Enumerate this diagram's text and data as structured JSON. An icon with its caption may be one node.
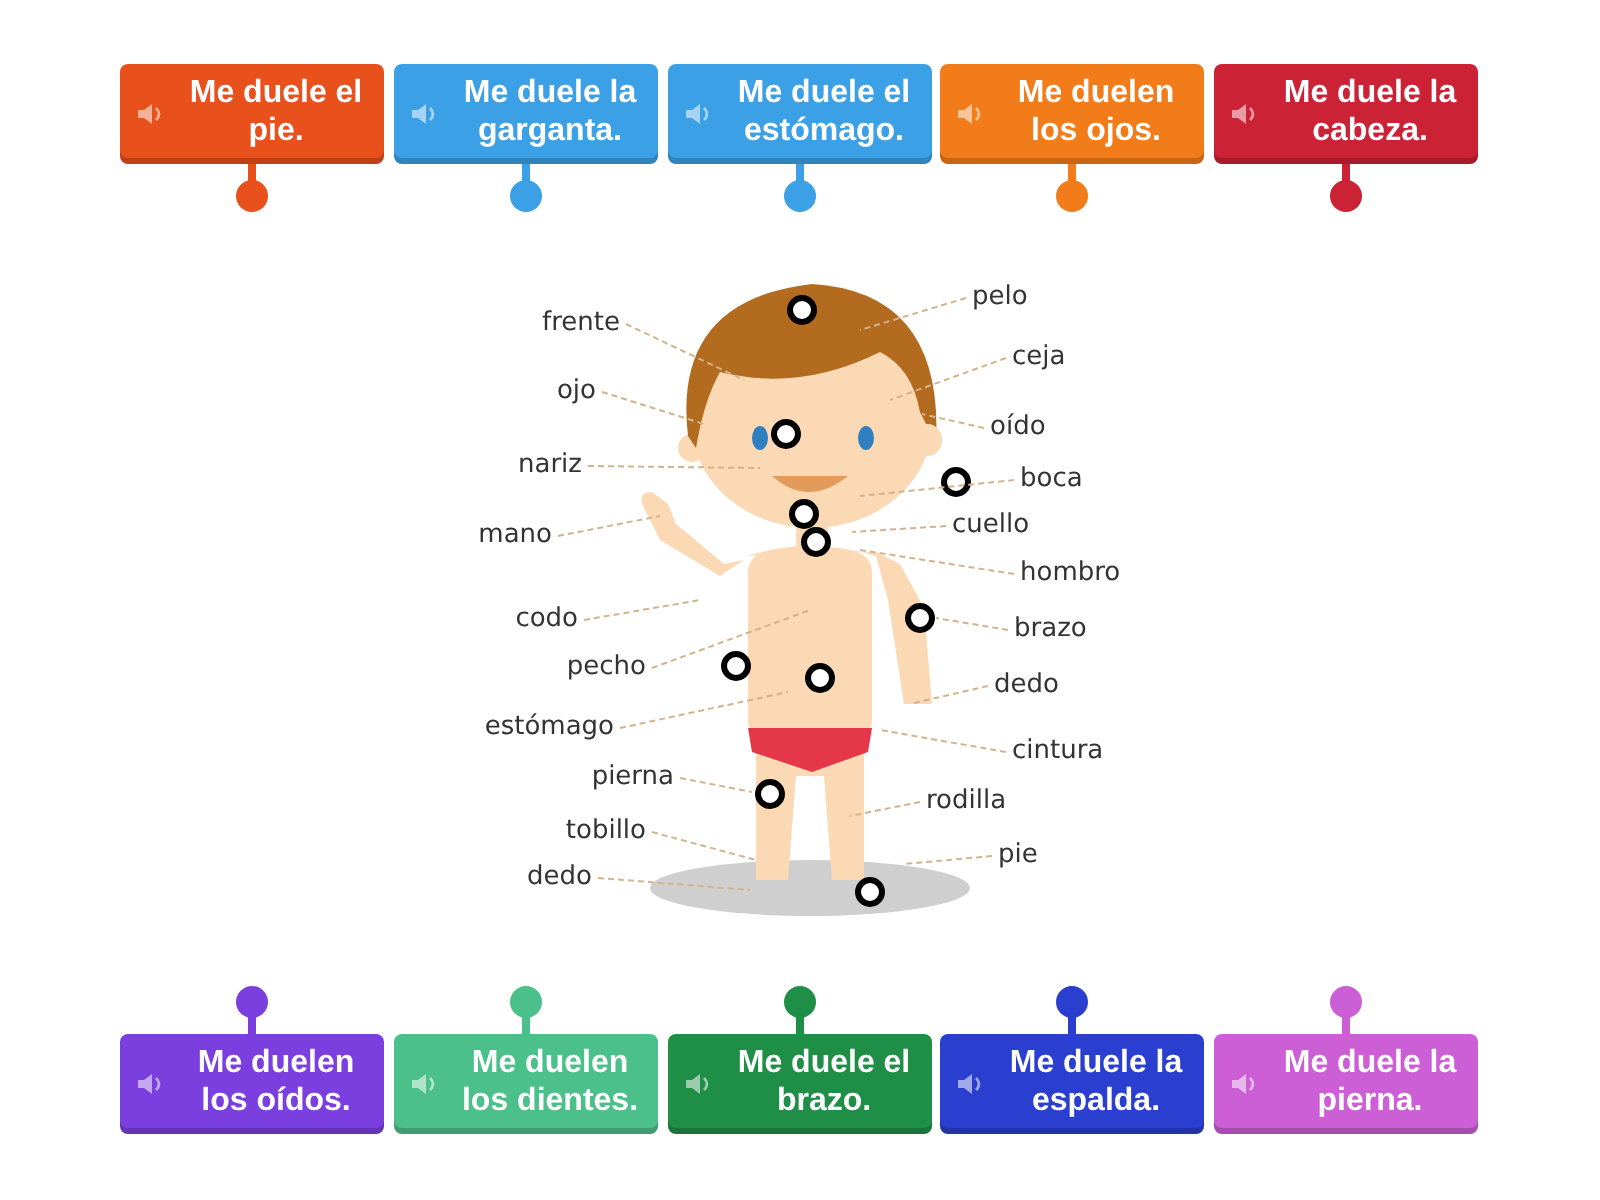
{
  "diagram": {
    "nodes": [
      {
        "text": [
          "Me duele el pie."
        ]
      },
      {
        "text": [
          "Me duele la garganta."
        ]
      },
      {
        "text": [
          "Me duele el estómago."
        ]
      },
      {
        "text": [
          "Me duelen los ojos."
        ]
      },
      {
        "text": [
          "Me duele la cabeza."
        ]
      },
      {
        "text": [
          "frente"
        ]
      },
      {
        "text": [
          "ojo"
        ]
      },
      {
        "text": [
          "nariz"
        ]
      },
      {
        "text": [
          "mano"
        ]
      },
      {
        "text": [
          "codo"
        ]
      },
      {
        "text": [
          "pecho"
        ]
      },
      {
        "text": [
          "estómago"
        ]
      },
      {
        "text": [
          "pierna"
        ]
      },
      {
        "text": [
          "tobillo"
        ]
      },
      {
        "text": [
          "dedo"
        ]
      },
      {
        "text": [
          "pelo"
        ]
      },
      {
        "text": [
          "ceja"
        ]
      },
      {
        "text": [
          "oído"
        ]
      },
      {
        "text": [
          "boca"
        ]
      },
      {
        "text": [
          "cuello"
        ]
      },
      {
        "text": [
          "hombro"
        ]
      },
      {
        "text": [
          "brazo"
        ]
      },
      {
        "text": [
          "dedo"
        ]
      },
      {
        "text": [
          "cintura"
        ]
      },
      {
        "text": [
          "rodilla"
        ]
      },
      {
        "text": [
          "pie"
        ]
      },
      {
        "text": [
          "Me duelen los oídos."
        ]
      },
      {
        "text": [
          "Me duelen los dientes."
        ]
      },
      {
        "text": [
          "Me duele el brazo."
        ]
      },
      {
        "text": [
          "Me duele la espalda."
        ]
      },
      {
        "text": [
          "Me duele la pierna."
        ]
      }
    ],
    "edges": [
      {
        "from": 5,
        "to": null,
        "arrow": "none",
        "style": "dashed"
      },
      {
        "from": 6,
        "to": null,
        "arrow": "none",
        "style": "dashed"
      },
      {
        "from": 7,
        "to": null,
        "arrow": "none",
        "style": "dashed"
      },
      {
        "from": 8,
        "to": null,
        "arrow": "none",
        "style": "dashed"
      },
      {
        "from": 9,
        "to": null,
        "arrow": "none",
        "style": "dashed"
      },
      {
        "from": 10,
        "to": null,
        "arrow": "none",
        "style": "dashed"
      },
      {
        "from": 11,
        "to": null,
        "arrow": "none",
        "style": "dashed"
      },
      {
        "from": 12,
        "to": null,
        "arrow": "none",
        "style": "dashed"
      },
      {
        "from": 13,
        "to": null,
        "arrow": "none",
        "style": "dashed"
      },
      {
        "from": 14,
        "to": null,
        "arrow": "none",
        "style": "dashed"
      },
      {
        "from": 15,
        "to": null,
        "arrow": "none",
        "style": "dashed"
      },
      {
        "from": 16,
        "to": null,
        "arrow": "none",
        "style": "dashed"
      },
      {
        "from": 17,
        "to": null,
        "arrow": "none",
        "style": "dashed"
      },
      {
        "from": 18,
        "to": null,
        "arrow": "none",
        "style": "dashed"
      },
      {
        "from": 19,
        "to": null,
        "arrow": "none",
        "style": "dashed"
      },
      {
        "from": 20,
        "to": null,
        "arrow": "none",
        "style": "dashed"
      },
      {
        "from": 21,
        "to": null,
        "arrow": "none",
        "style": "dashed"
      },
      {
        "from": 22,
        "to": null,
        "arrow": "none",
        "style": "dashed"
      },
      {
        "from": 23,
        "to": null,
        "arrow": "none",
        "style": "dashed"
      },
      {
        "from": 24,
        "to": null,
        "arrow": "none",
        "style": "dashed"
      },
      {
        "from": 25,
        "to": null,
        "arrow": "none",
        "style": "dashed"
      }
    ]
  }
}
